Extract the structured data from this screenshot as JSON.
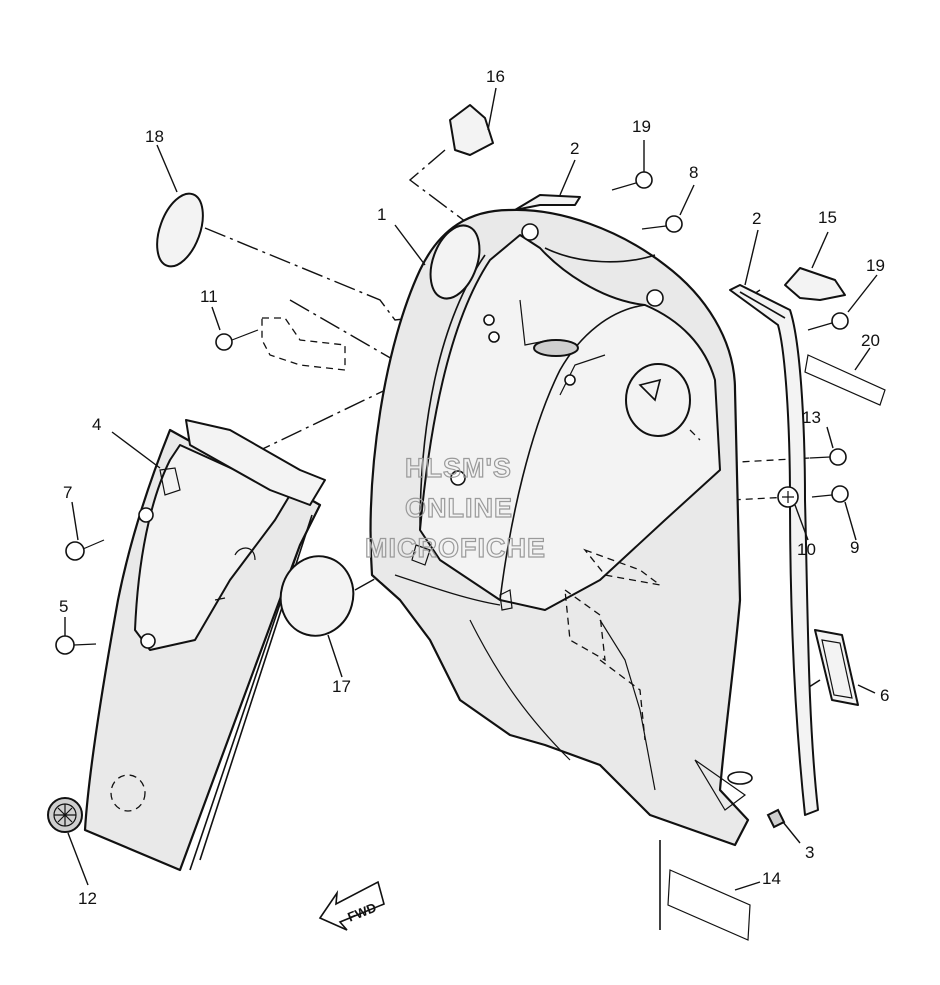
{
  "callouts": [
    "1",
    "2",
    "2",
    "3",
    "4",
    "5",
    "6",
    "7",
    "8",
    "9",
    "10",
    "11",
    "12",
    "13",
    "14",
    "15",
    "16",
    "17",
    "18",
    "19",
    "19",
    "20"
  ],
  "watermark": [
    "HLSM'S",
    "ONLINE",
    "MICROFICHE"
  ],
  "direction_label": "FWD"
}
